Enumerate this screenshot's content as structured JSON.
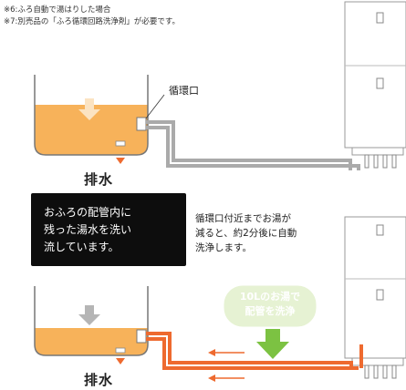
{
  "notes": {
    "note6": "※6:ふろ自動で湯はりした場合",
    "note7": "※7:別売品の「ふろ循環回路洗浄剤」が必要です。"
  },
  "labels": {
    "circulation_port": "循環口",
    "drain_top": "排水",
    "drain_bottom": "排水"
  },
  "black_box": {
    "text": "おふろの配管内に\n残った湯水を洗い\n流しています。"
  },
  "side_text": "循環口付近までお湯が\n減ると、約2分後に自動\n洗浄します。",
  "green_callout": "10Lのお湯で\n配管を洗浄",
  "colors": {
    "water": "#f7b25a",
    "hot_pipe": "#ee6a2f",
    "green": "#7cc242",
    "green_light": "#e6f2d3",
    "gray_pipe": "#aaaaaa"
  }
}
